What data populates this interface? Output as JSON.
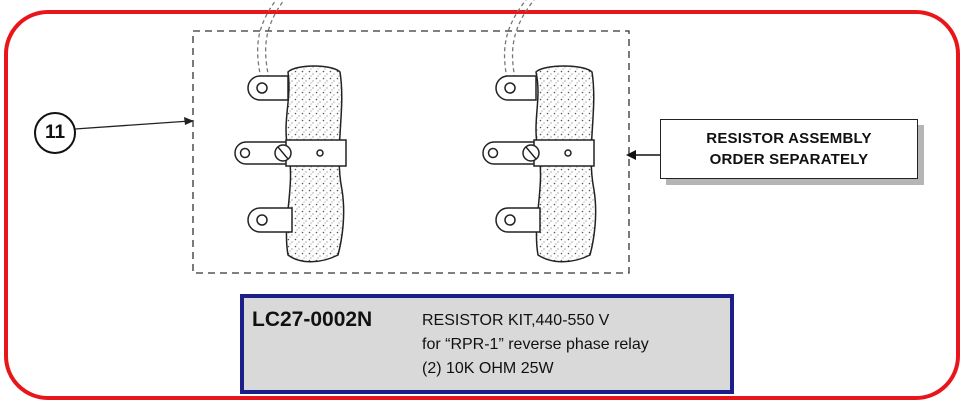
{
  "callout": {
    "number": "11"
  },
  "note": {
    "line1": "RESISTOR ASSEMBLY",
    "line2": "ORDER SEPARATELY"
  },
  "kit": {
    "part_number": "LC27-0002N",
    "line1": "RESISTOR KIT,440-550 V",
    "line2": "for “RPR-1” reverse phase relay",
    "line3": "(2) 10K OHM 25W"
  },
  "colors": {
    "frame": "#e8161b",
    "kit_border": "#1c1f8a",
    "kit_fill": "#d9d9d9"
  }
}
